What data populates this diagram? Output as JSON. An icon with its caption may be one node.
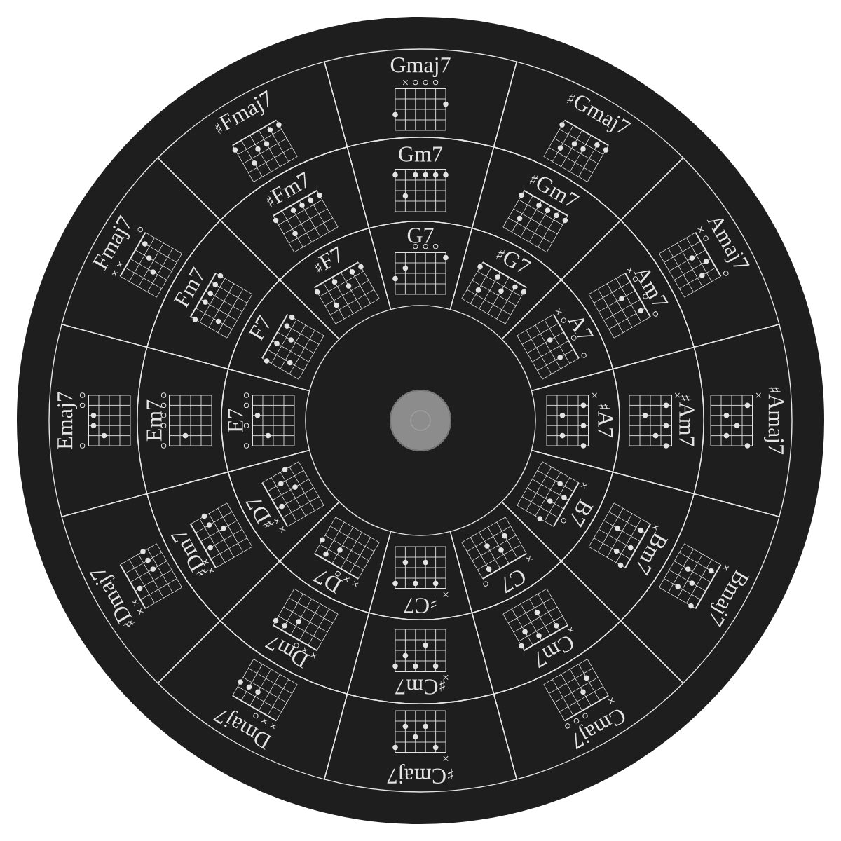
{
  "diagram": {
    "nodes": [
      {
        "text": [
          "Gmaj7"
        ]
      },
      {
        "text": [
          "Gm7"
        ]
      },
      {
        "text": [
          "G7"
        ]
      },
      {
        "text": [
          "♯Gmaj7"
        ]
      },
      {
        "text": [
          "♯Gm7"
        ]
      },
      {
        "text": [
          "♯G7"
        ]
      },
      {
        "text": [
          "Amaj7"
        ]
      },
      {
        "text": [
          "Am7"
        ]
      },
      {
        "text": [
          "A7"
        ]
      },
      {
        "text": [
          "♯Amaj7"
        ]
      },
      {
        "text": [
          "♯Am7"
        ]
      },
      {
        "text": [
          "♯A7"
        ]
      },
      {
        "text": [
          "Bmaj7"
        ]
      },
      {
        "text": [
          "Bm7"
        ]
      },
      {
        "text": [
          "B7"
        ]
      },
      {
        "text": [
          "Cmaj7"
        ]
      },
      {
        "text": [
          "Cm7"
        ]
      },
      {
        "text": [
          "C7"
        ]
      },
      {
        "text": [
          "♯Cmaj7"
        ]
      },
      {
        "text": [
          "♯Cm7"
        ]
      },
      {
        "text": [
          "♯C7"
        ]
      },
      {
        "text": [
          "Dmaj7"
        ]
      },
      {
        "text": [
          "Dm7"
        ]
      },
      {
        "text": [
          "D7"
        ]
      },
      {
        "text": [
          "♯Dmaj7"
        ]
      },
      {
        "text": [
          "♯Dm7"
        ]
      },
      {
        "text": [
          "♯D7"
        ]
      },
      {
        "text": [
          "Emaj7"
        ]
      },
      {
        "text": [
          "Em7"
        ]
      },
      {
        "text": [
          "E7"
        ]
      },
      {
        "text": [
          "Fmaj7"
        ]
      },
      {
        "text": [
          "Fm7"
        ]
      },
      {
        "text": [
          "F7"
        ]
      },
      {
        "text": [
          "♯Fmaj7"
        ]
      },
      {
        "text": [
          "♯Fm7"
        ]
      },
      {
        "text": [
          "♯F7"
        ]
      }
    ]
  }
}
